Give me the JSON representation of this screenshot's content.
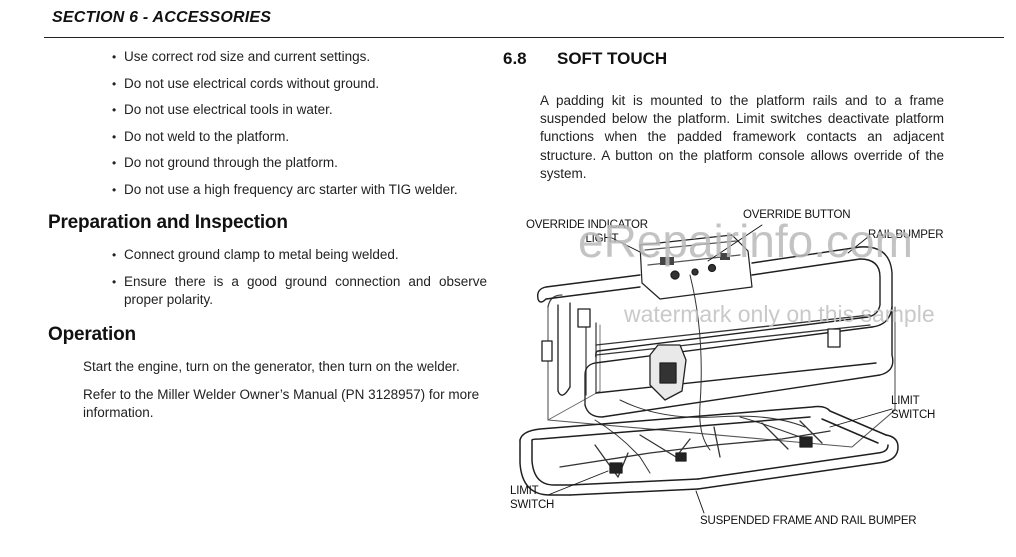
{
  "header": {
    "section_title": "SECTION 6 - ACCESSORIES"
  },
  "left": {
    "bullets_top": [
      "Use correct rod size and current settings.",
      "Do not use electrical cords without ground.",
      "Do not use electrical tools in water.",
      "Do not weld to the platform.",
      "Do not ground through the platform.",
      "Do not use a high frequency arc starter with TIG welder."
    ],
    "prep_heading": "Preparation and Inspection",
    "prep_bullets": [
      "Connect ground clamp to metal being welded.",
      "Ensure there is a good ground connection and observe proper polarity."
    ],
    "operation_heading": "Operation",
    "operation_p1": "Start the engine, turn on the generator, then turn on the welder.",
    "operation_p2": "Refer to the Miller Welder Owner’s Manual (PN 3128957) for more information."
  },
  "right": {
    "section_number": "6.8",
    "section_title": "SOFT TOUCH",
    "paragraph": "A padding kit is mounted to the platform rails and to a frame suspended below the platform. Limit switches deactivate platform functions when the padded framework contacts an adjacent structure. A button on the platform console allows override of the system."
  },
  "figure": {
    "callouts": {
      "override_indicator_line1": "OVERRIDE INDICATOR",
      "override_indicator_line2": "LIGHT",
      "override_button": "OVERRIDE BUTTON",
      "rail_bumper": "RAIL BUMPER",
      "limit_switch_right_1": "LIMIT",
      "limit_switch_right_2": "SWITCH",
      "limit_switch_left_1": "LIMIT",
      "limit_switch_left_2": "SWITCH",
      "suspended_frame": "SUSPENDED FRAME AND RAIL BUMPER"
    },
    "watermark_main": "eRepairinfo.com",
    "watermark_sub": "watermark only on this sample"
  }
}
